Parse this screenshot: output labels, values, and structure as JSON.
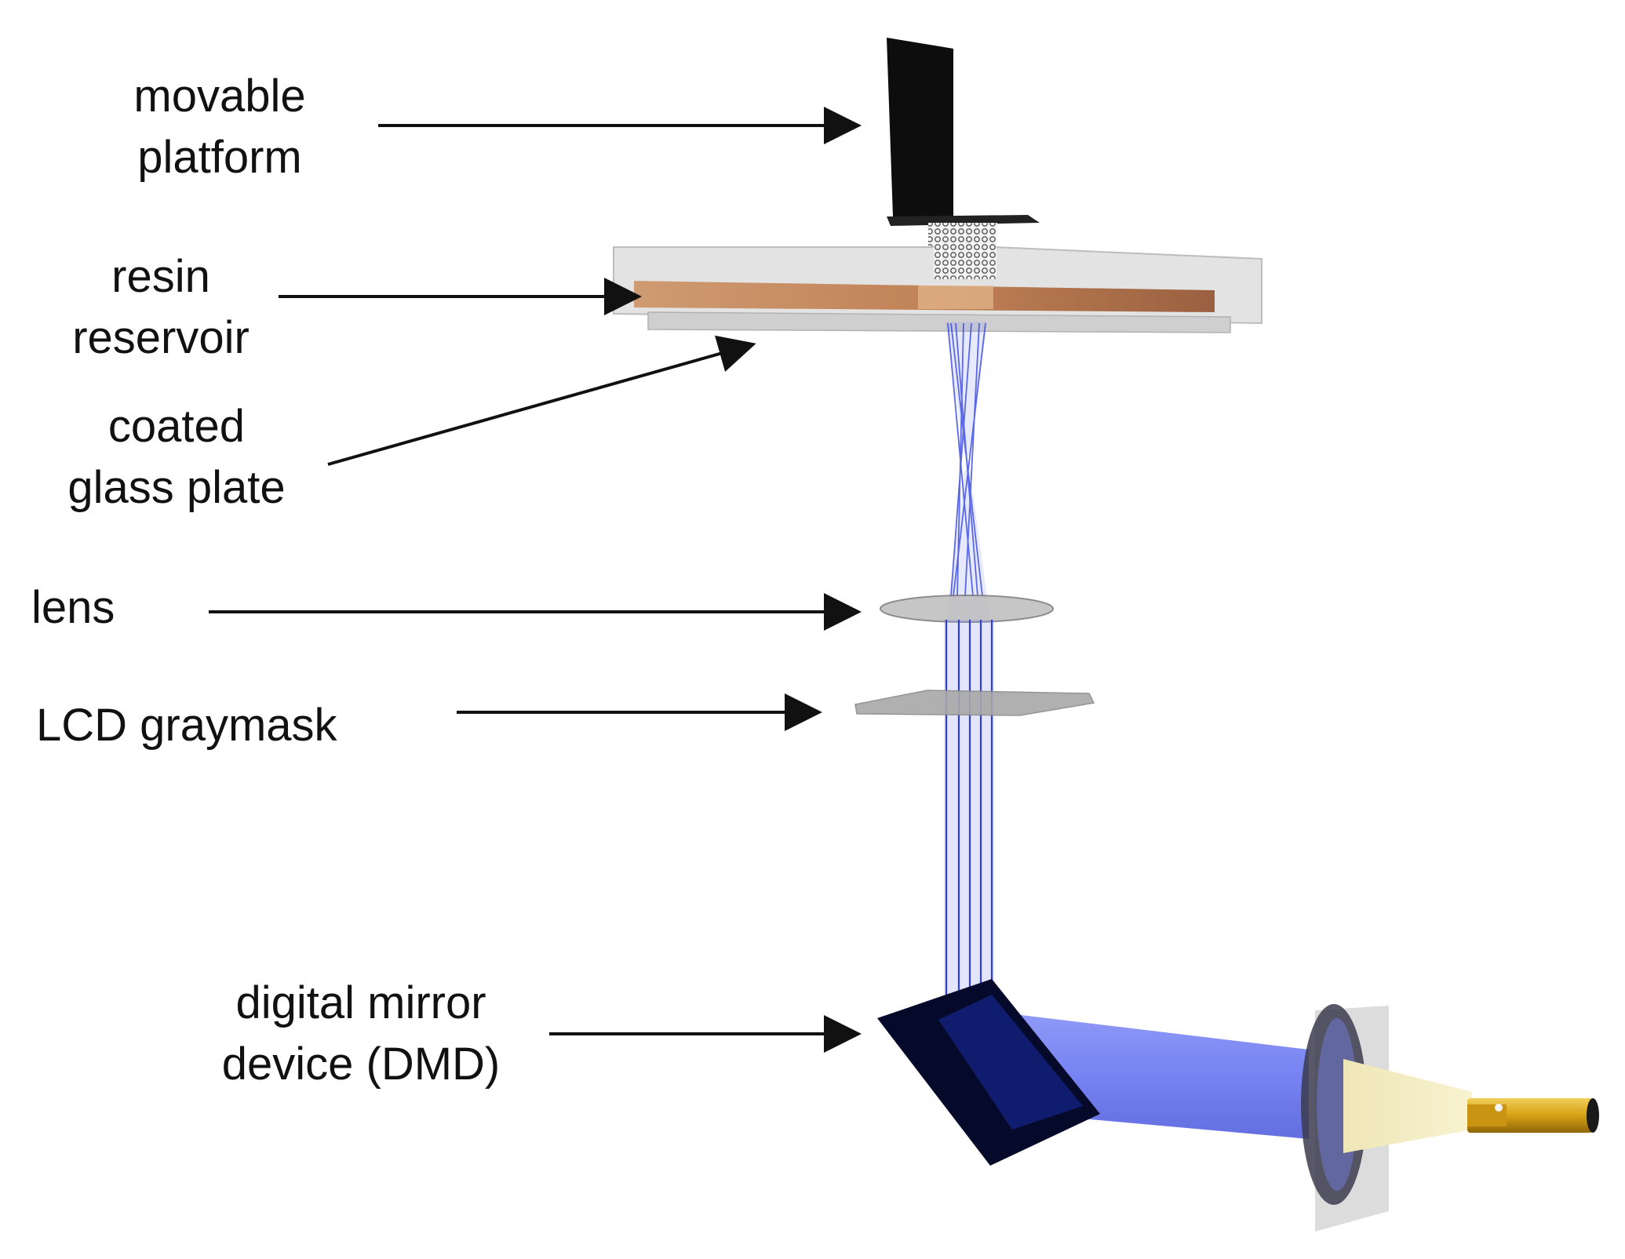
{
  "labels": {
    "movable_platform": [
      "movable",
      "platform"
    ],
    "resin_reservoir": [
      "resin",
      "reservoir"
    ],
    "coated_glass_plate": [
      "coated",
      "glass plate"
    ],
    "lens": "lens",
    "lcd_graymask": "LCD graymask",
    "dmd": [
      "digital mirror",
      "device (DMD)"
    ]
  },
  "colors": {
    "arrow": "#111111",
    "light_beam": "#3f4fe0",
    "beam_fill": "#6b78f0",
    "resin": "#c0825a",
    "glass": "#d9d9d9",
    "platform": "#0d0d0d",
    "mirror": "#060a2a",
    "source": "#d9a818"
  }
}
